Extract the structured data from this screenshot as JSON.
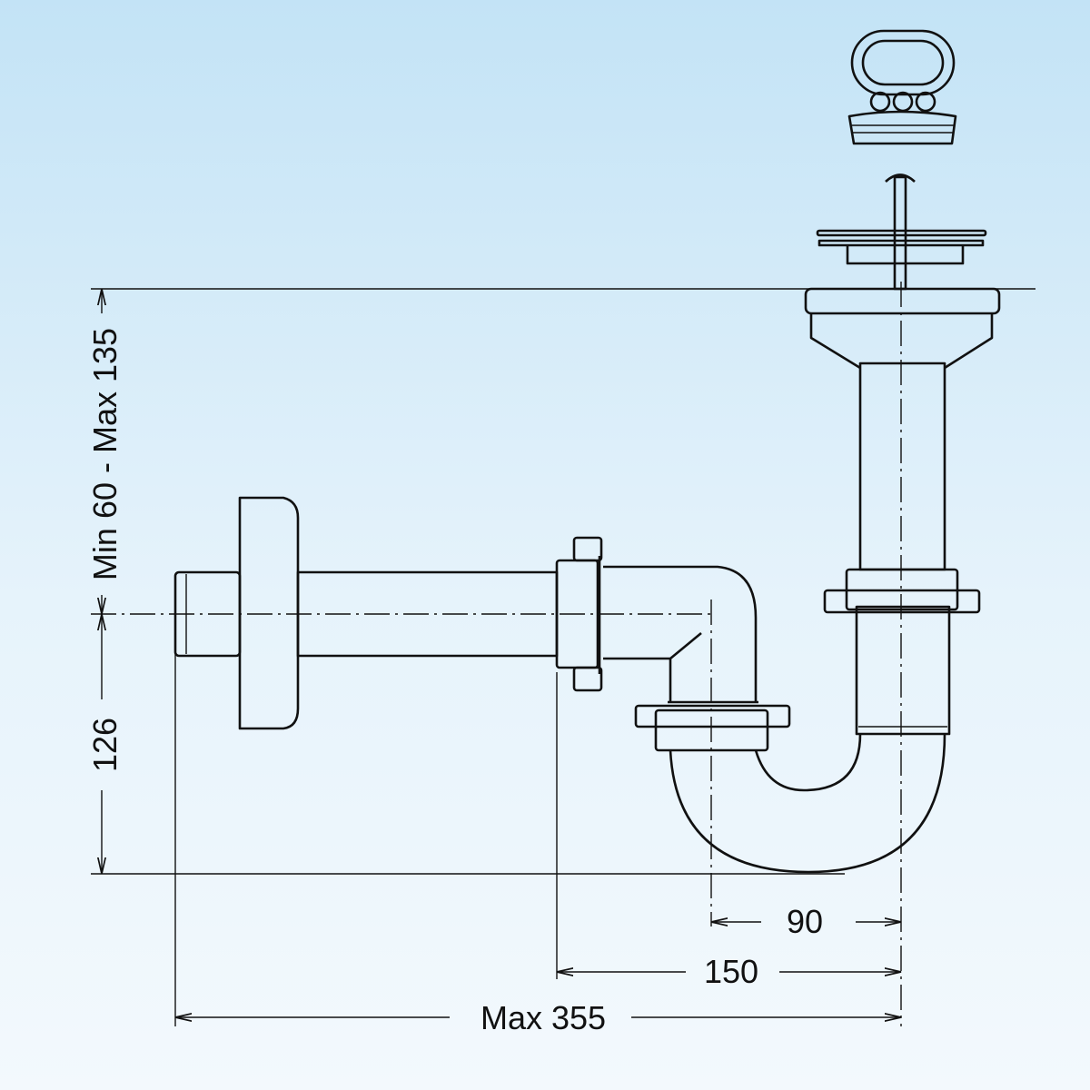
{
  "title": "Sink trap with strainer plug",
  "dimensions": {
    "height_range": "Min 60 - Max 135",
    "height_outlet": "126",
    "offset_90": "90",
    "offset_150": "150",
    "width_max": "Max 355"
  },
  "colors": {
    "background_top": "#c3e3f6",
    "background_bottom": "#f3f9fd",
    "line": "#111111"
  }
}
